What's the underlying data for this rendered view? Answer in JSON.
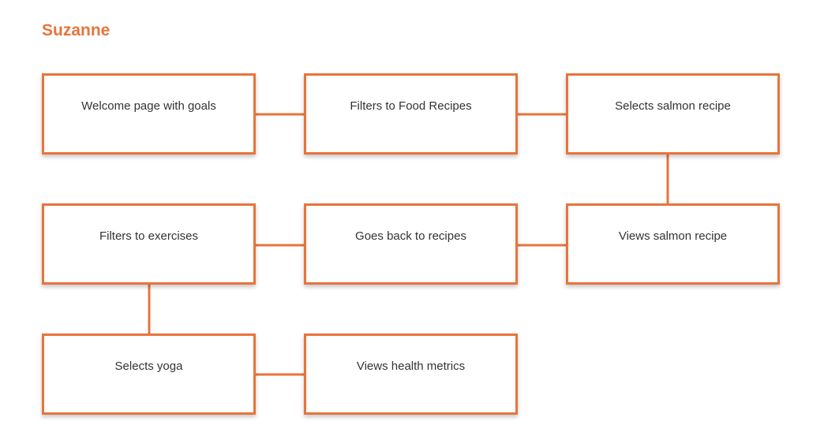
{
  "title": "Suzanne",
  "accent_color": "#e8743b",
  "steps": [
    {
      "label": "Welcome page with goals"
    },
    {
      "label": "Filters to Food Recipes"
    },
    {
      "label": "Selects salmon recipe"
    },
    {
      "label": "Views salmon recipe"
    },
    {
      "label": "Goes back to recipes"
    },
    {
      "label": "Filters to exercises"
    },
    {
      "label": "Selects yoga"
    },
    {
      "label": "Views health metrics"
    }
  ]
}
